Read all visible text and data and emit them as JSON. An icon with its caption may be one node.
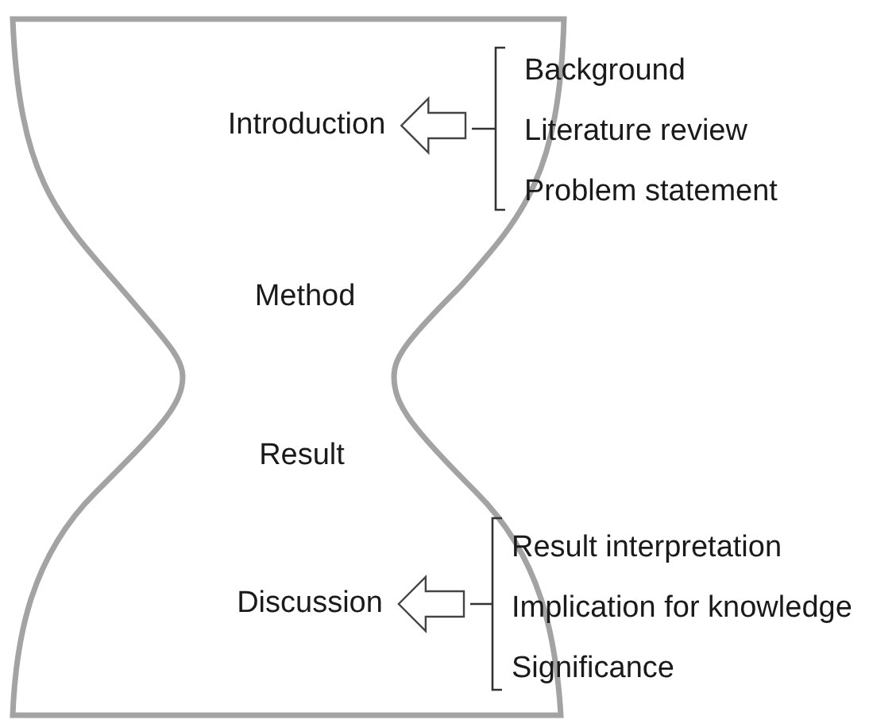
{
  "diagram": {
    "nodes": [
      {
        "text": [],
        "shape": "hourglass"
      },
      {
        "text": [
          "Introduction"
        ],
        "in": 0
      },
      {
        "text": [
          "Method"
        ],
        "in": 0
      },
      {
        "text": [
          "Result"
        ],
        "in": 0
      },
      {
        "text": [
          "Discussion"
        ],
        "in": 0
      },
      {
        "text": [
          "Background",
          "Literature review",
          "Problem statement"
        ]
      },
      {
        "text": [
          "Result interpretation",
          "Implication for knowledge",
          "Significance"
        ]
      }
    ],
    "edges": [
      {
        "from": 5,
        "to": 1,
        "arrow": "to"
      },
      {
        "from": 6,
        "to": 4,
        "arrow": "to"
      }
    ]
  }
}
